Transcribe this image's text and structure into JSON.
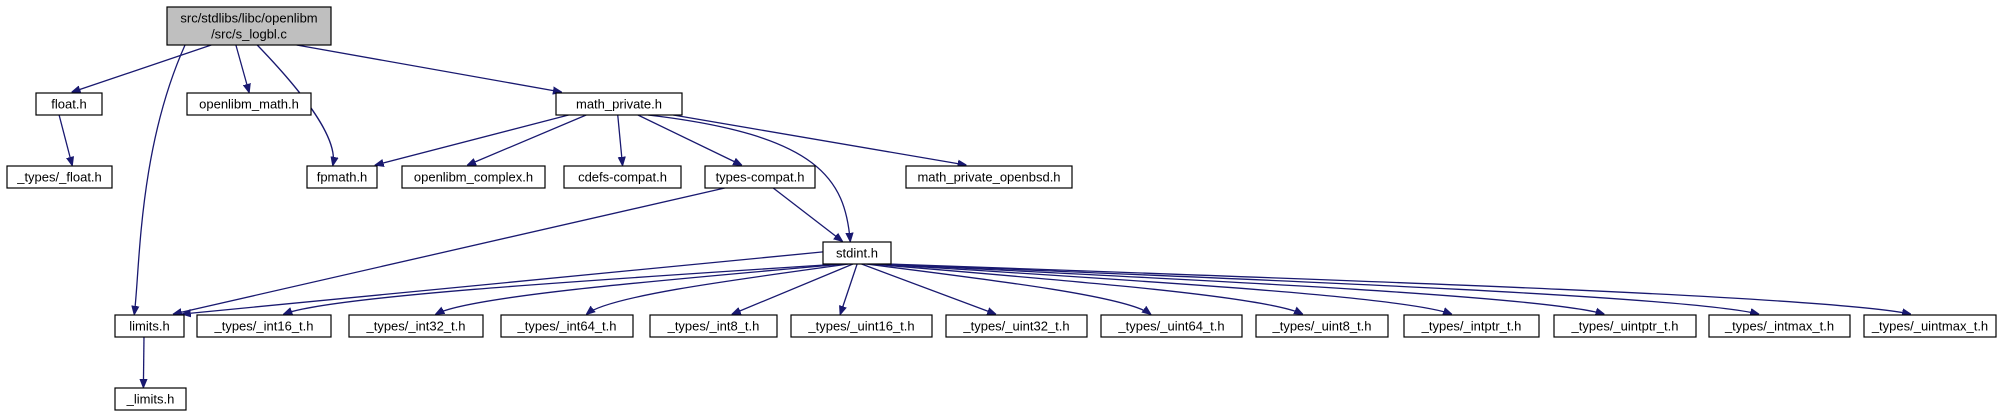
{
  "diagram": {
    "edge_color": "#191970",
    "root_fill": "#bfbfbf",
    "nodes": [
      {
        "id": "root",
        "lines": [
          "src/stdlibs/libc/openlibm",
          "/src/s_logbl.c"
        ],
        "root": true
      },
      {
        "id": "float_h",
        "lines": [
          "float.h"
        ]
      },
      {
        "id": "openlibm_math_h",
        "lines": [
          "openlibm_math.h"
        ]
      },
      {
        "id": "math_private_h",
        "lines": [
          "math_private.h"
        ]
      },
      {
        "id": "types_float_h",
        "lines": [
          "_types/_float.h"
        ]
      },
      {
        "id": "fpmath_h",
        "lines": [
          "fpmath.h"
        ]
      },
      {
        "id": "openlibm_complex_h",
        "lines": [
          "openlibm_complex.h"
        ]
      },
      {
        "id": "cdefs_compat_h",
        "lines": [
          "cdefs-compat.h"
        ]
      },
      {
        "id": "types_compat_h",
        "lines": [
          "types-compat.h"
        ]
      },
      {
        "id": "math_private_openbsd_h",
        "lines": [
          "math_private_openbsd.h"
        ]
      },
      {
        "id": "stdint_h",
        "lines": [
          "stdint.h"
        ]
      },
      {
        "id": "limits_h",
        "lines": [
          "limits.h"
        ]
      },
      {
        "id": "int16_h",
        "lines": [
          "_types/_int16_t.h"
        ]
      },
      {
        "id": "int32_h",
        "lines": [
          "_types/_int32_t.h"
        ]
      },
      {
        "id": "int64_h",
        "lines": [
          "_types/_int64_t.h"
        ]
      },
      {
        "id": "int8_h",
        "lines": [
          "_types/_int8_t.h"
        ]
      },
      {
        "id": "uint16_h",
        "lines": [
          "_types/_uint16_t.h"
        ]
      },
      {
        "id": "uint32_h",
        "lines": [
          "_types/_uint32_t.h"
        ]
      },
      {
        "id": "uint64_h",
        "lines": [
          "_types/_uint64_t.h"
        ]
      },
      {
        "id": "uint8_h",
        "lines": [
          "_types/_uint8_t.h"
        ]
      },
      {
        "id": "intptr_h",
        "lines": [
          "_types/_intptr_t.h"
        ]
      },
      {
        "id": "uintptr_h",
        "lines": [
          "_types/_uintptr_t.h"
        ]
      },
      {
        "id": "intmax_h",
        "lines": [
          "_types/_intmax_t.h"
        ]
      },
      {
        "id": "uintmax_h",
        "lines": [
          "_types/_uintmax_t.h"
        ]
      },
      {
        "id": "_limits_h",
        "lines": [
          "_limits.h"
        ]
      }
    ],
    "edges": [
      {
        "from": "root",
        "to": "float_h"
      },
      {
        "from": "root",
        "to": "openlibm_math_h"
      },
      {
        "from": "root",
        "to": "fpmath_h"
      },
      {
        "from": "root",
        "to": "limits_h"
      },
      {
        "from": "root",
        "to": "math_private_h"
      },
      {
        "from": "float_h",
        "to": "types_float_h"
      },
      {
        "from": "math_private_h",
        "to": "fpmath_h"
      },
      {
        "from": "math_private_h",
        "to": "openlibm_complex_h"
      },
      {
        "from": "math_private_h",
        "to": "cdefs_compat_h"
      },
      {
        "from": "math_private_h",
        "to": "types_compat_h"
      },
      {
        "from": "math_private_h",
        "to": "stdint_h"
      },
      {
        "from": "math_private_h",
        "to": "math_private_openbsd_h"
      },
      {
        "from": "types_compat_h",
        "to": "stdint_h"
      },
      {
        "from": "types_compat_h",
        "to": "limits_h"
      },
      {
        "from": "stdint_h",
        "to": "limits_h"
      },
      {
        "from": "stdint_h",
        "to": "int16_h"
      },
      {
        "from": "stdint_h",
        "to": "int32_h"
      },
      {
        "from": "stdint_h",
        "to": "int64_h"
      },
      {
        "from": "stdint_h",
        "to": "int8_h"
      },
      {
        "from": "stdint_h",
        "to": "uint16_h"
      },
      {
        "from": "stdint_h",
        "to": "uint32_h"
      },
      {
        "from": "stdint_h",
        "to": "uint64_h"
      },
      {
        "from": "stdint_h",
        "to": "uint8_h"
      },
      {
        "from": "stdint_h",
        "to": "intptr_h"
      },
      {
        "from": "stdint_h",
        "to": "uintptr_h"
      },
      {
        "from": "stdint_h",
        "to": "intmax_h"
      },
      {
        "from": "stdint_h",
        "to": "uintmax_h"
      },
      {
        "from": "limits_h",
        "to": "_limits_h"
      }
    ]
  }
}
